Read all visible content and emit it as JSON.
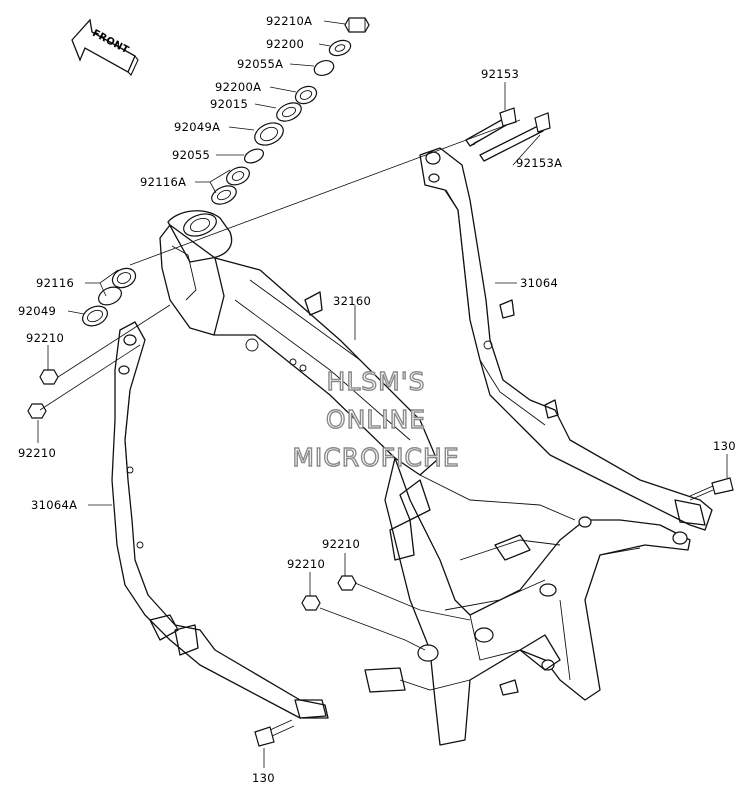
{
  "front_arrow": {
    "label": "FRONT"
  },
  "watermark": {
    "lines": [
      "HLSM'S",
      "ONLINE",
      "MICROFICHE"
    ]
  },
  "parts": [
    {
      "id": "92210A",
      "label": "92210A"
    },
    {
      "id": "92200",
      "label": "92200"
    },
    {
      "id": "92055A",
      "label": "92055A"
    },
    {
      "id": "92200A",
      "label": "92200A"
    },
    {
      "id": "92015",
      "label": "92015"
    },
    {
      "id": "92049A",
      "label": "92049A"
    },
    {
      "id": "92055",
      "label": "92055"
    },
    {
      "id": "92116A",
      "label": "92116A"
    },
    {
      "id": "92153",
      "label": "92153"
    },
    {
      "id": "92153A",
      "label": "92153A"
    },
    {
      "id": "31064",
      "label": "31064"
    },
    {
      "id": "32160",
      "label": "32160"
    },
    {
      "id": "92116",
      "label": "92116"
    },
    {
      "id": "92049",
      "label": "92049"
    },
    {
      "id": "92210-left-upper",
      "label": "92210"
    },
    {
      "id": "92210-left-lower",
      "label": "92210"
    },
    {
      "id": "31064A",
      "label": "31064A"
    },
    {
      "id": "130-right",
      "label": "130"
    },
    {
      "id": "92210-center-right",
      "label": "92210"
    },
    {
      "id": "92210-center-left",
      "label": "92210"
    },
    {
      "id": "130-bottom",
      "label": "130"
    }
  ]
}
